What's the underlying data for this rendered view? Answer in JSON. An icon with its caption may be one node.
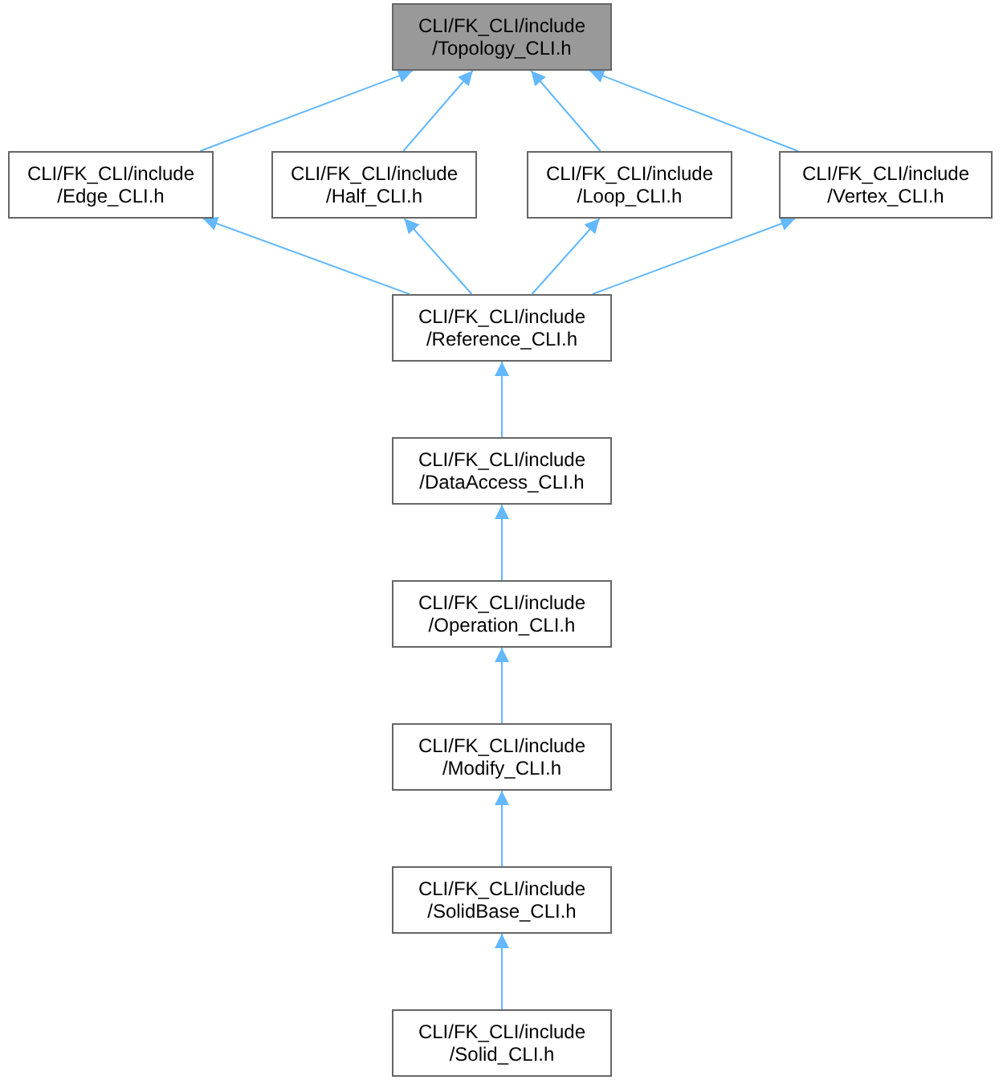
{
  "diagram": {
    "nodes": [
      {
        "text": [
          "CLI/FK_CLI/include /Topology_CLI.h"
        ]
      },
      {
        "text": [
          "CLI/FK_CLI/include /Edge_CLI.h"
        ]
      },
      {
        "text": [
          "CLI/FK_CLI/include /Half_CLI.h"
        ]
      },
      {
        "text": [
          "CLI/FK_CLI/include /Loop_CLI.h"
        ]
      },
      {
        "text": [
          "CLI/FK_CLI/include /Vertex_CLI.h"
        ]
      },
      {
        "text": [
          "CLI/FK_CLI/include /Reference_CLI.h"
        ]
      },
      {
        "text": [
          "CLI/FK_CLI/include /DataAccess_CLI.h"
        ]
      },
      {
        "text": [
          "CLI/FK_CLI/include /Operation_CLI.h"
        ]
      },
      {
        "text": [
          "CLI/FK_CLI/include /Modify_CLI.h"
        ]
      },
      {
        "text": [
          "CLI/FK_CLI/include /SolidBase_CLI.h"
        ]
      },
      {
        "text": [
          "CLI/FK_CLI/include /Solid_CLI.h"
        ]
      }
    ],
    "edges": [
      {
        "from": 1,
        "to": 0,
        "arrow": "to"
      },
      {
        "from": 2,
        "to": 0,
        "arrow": "to"
      },
      {
        "from": 3,
        "to": 0,
        "arrow": "to"
      },
      {
        "from": 4,
        "to": 0,
        "arrow": "to"
      },
      {
        "from": 5,
        "to": 1,
        "arrow": "to"
      },
      {
        "from": 5,
        "to": 2,
        "arrow": "to"
      },
      {
        "from": 5,
        "to": 3,
        "arrow": "to"
      },
      {
        "from": 5,
        "to": 4,
        "arrow": "to"
      },
      {
        "from": 6,
        "to": 5,
        "arrow": "to"
      },
      {
        "from": 7,
        "to": 6,
        "arrow": "to"
      },
      {
        "from": 8,
        "to": 7,
        "arrow": "to"
      },
      {
        "from": 9,
        "to": 8,
        "arrow": "to"
      },
      {
        "from": 10,
        "to": 9,
        "arrow": "to"
      }
    ]
  }
}
